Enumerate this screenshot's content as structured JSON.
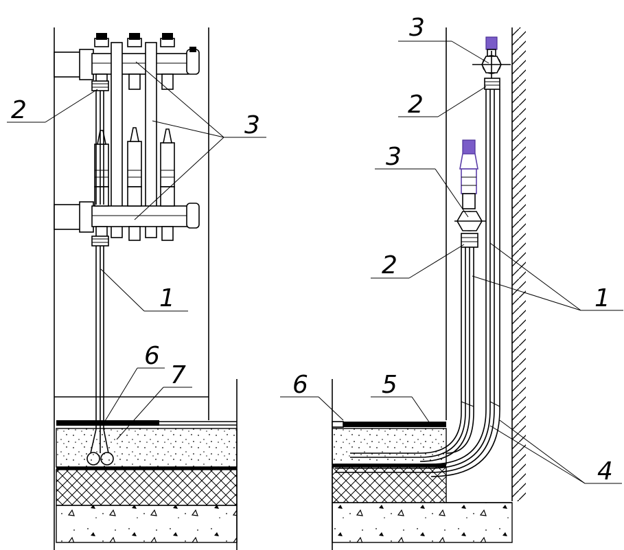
{
  "labels": {
    "left_1": "1",
    "left_2": "2",
    "left_3": "3",
    "left_6": "6",
    "left_7": "7",
    "right_1": "1",
    "right_2_top": "2",
    "right_2_bottom": "2",
    "right_3_top": "3",
    "right_3_bottom": "3",
    "right_4": "4",
    "right_5": "5",
    "right_6": "6"
  },
  "colors": {
    "line": "#000000",
    "valve_accent": "#7a5cc8",
    "background": "#ffffff"
  },
  "icons": {
    "valve": "ball-valve-icon",
    "hatch": "insulation-hatch",
    "screed": "concrete-dots"
  }
}
